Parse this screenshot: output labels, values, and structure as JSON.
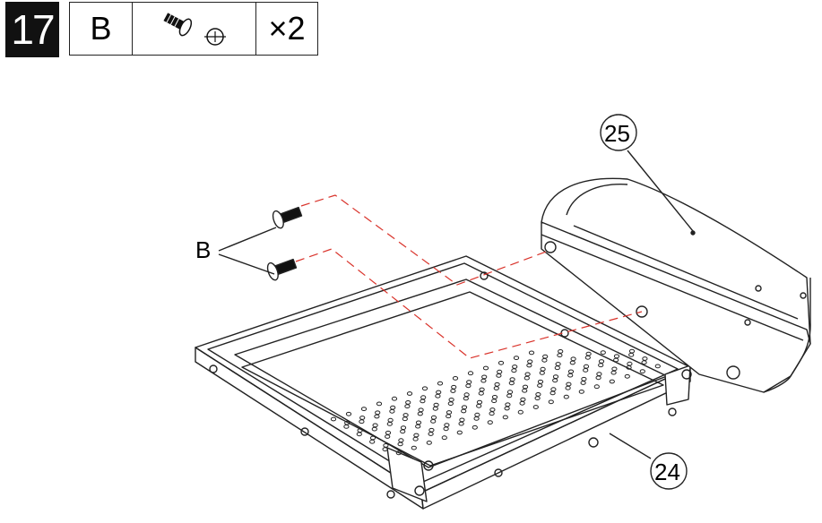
{
  "step": {
    "number": "17"
  },
  "parts_table": {
    "part_letter": "B",
    "hardware_icon": "screw-with-phillips-head-icon",
    "quantity": "×2"
  },
  "labels": {
    "screw_label": "B",
    "part_25": "25",
    "part_24": "24"
  },
  "colors": {
    "line": "#222222",
    "guide_dash": "#d9332b"
  }
}
